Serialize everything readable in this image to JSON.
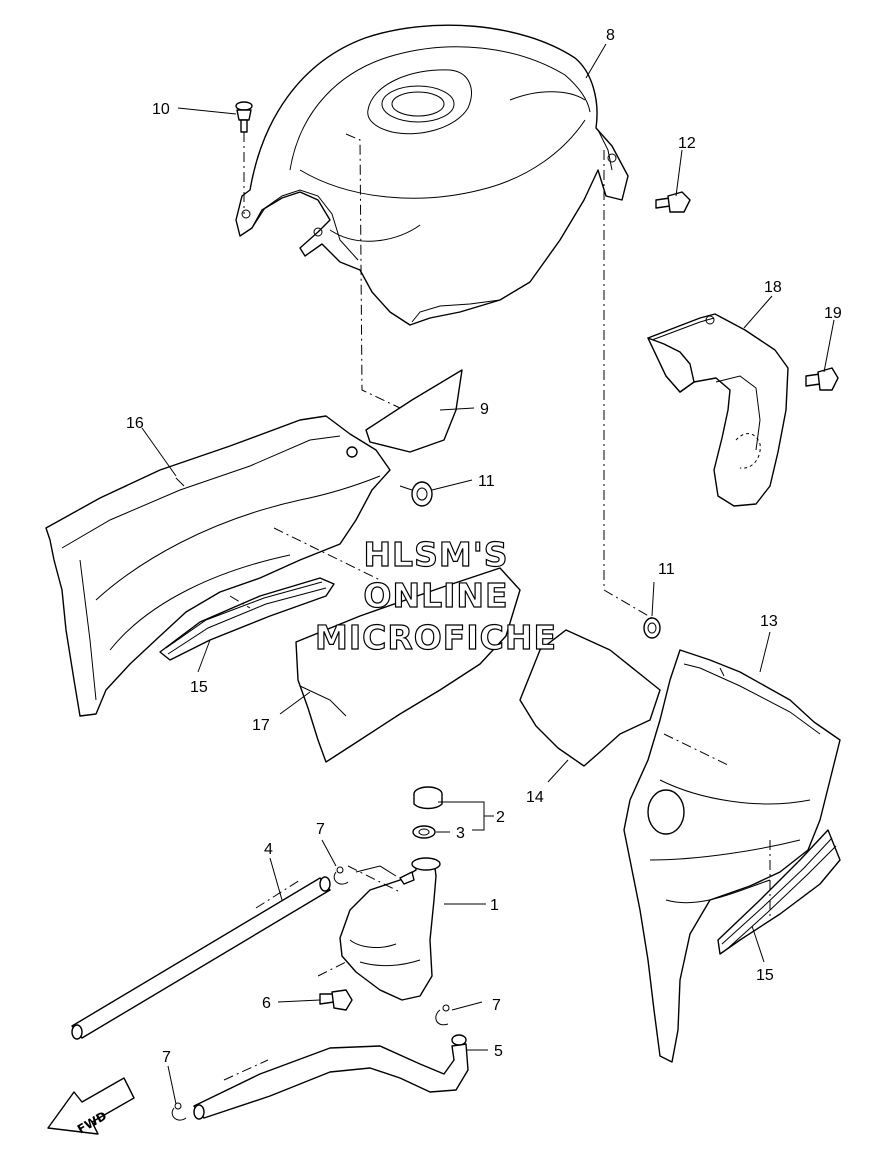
{
  "watermark": {
    "line1": "HLSM'S",
    "line2": "ONLINE",
    "line3": "MICROFICHE"
  },
  "direction_arrow": {
    "label": "FWD"
  },
  "callouts": [
    {
      "id": "c1",
      "number": "1"
    },
    {
      "id": "c2",
      "number": "2"
    },
    {
      "id": "c3",
      "number": "3"
    },
    {
      "id": "c4",
      "number": "4"
    },
    {
      "id": "c5",
      "number": "5"
    },
    {
      "id": "c6",
      "number": "6"
    },
    {
      "id": "c7a",
      "number": "7"
    },
    {
      "id": "c7b",
      "number": "7"
    },
    {
      "id": "c7c",
      "number": "7"
    },
    {
      "id": "c8",
      "number": "8"
    },
    {
      "id": "c9",
      "number": "9"
    },
    {
      "id": "c10",
      "number": "10"
    },
    {
      "id": "c11a",
      "number": "11"
    },
    {
      "id": "c11b",
      "number": "11"
    },
    {
      "id": "c12",
      "number": "12"
    },
    {
      "id": "c13",
      "number": "13"
    },
    {
      "id": "c14",
      "number": "14"
    },
    {
      "id": "c15a",
      "number": "15"
    },
    {
      "id": "c15b",
      "number": "15"
    },
    {
      "id": "c16",
      "number": "16"
    },
    {
      "id": "c17",
      "number": "17"
    },
    {
      "id": "c18",
      "number": "18"
    },
    {
      "id": "c19",
      "number": "19"
    }
  ]
}
